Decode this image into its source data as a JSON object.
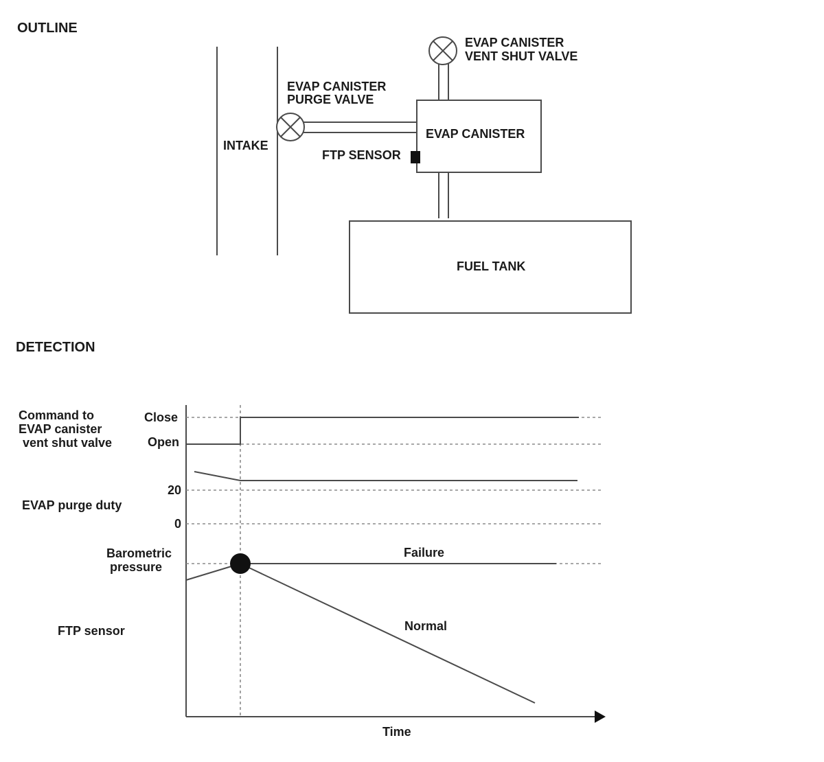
{
  "outline": {
    "heading": "OUTLINE",
    "intake_label": "INTAKE",
    "purge_valve_label": [
      "EVAP CANISTER",
      "PURGE VALVE"
    ],
    "vent_valve_label": [
      "EVAP CANISTER",
      "VENT SHUT VALVE"
    ],
    "canister_label": "EVAP CANISTER",
    "ftp_sensor_label": "FTP SENSOR",
    "fuel_tank_label": "FUEL TANK",
    "icons": [
      "valve-icon",
      "sensor-icon"
    ]
  },
  "detection": {
    "heading": "DETECTION",
    "row_labels": {
      "command": [
        "Command to",
        "EVAP canister",
        "vent shut valve"
      ],
      "purge": "EVAP purge duty",
      "barometric": [
        "Barometric",
        "pressure"
      ],
      "ftp": "FTP sensor"
    },
    "level_labels": {
      "close": "Close",
      "open": "Open",
      "duty_20": "20",
      "duty_0": "0"
    },
    "curve_labels": {
      "failure": "Failure",
      "normal": "Normal"
    },
    "x_axis_label": "Time"
  },
  "chart_data": {
    "type": "line",
    "xlabel": "Time",
    "series": [
      {
        "name": "Command to EVAP canister vent shut valve",
        "values": [
          "Open",
          "Close"
        ]
      },
      {
        "name": "EVAP purge duty",
        "levels": [
          "20",
          "0"
        ]
      },
      {
        "name": "Failure",
        "trend": "constant at Barometric pressure"
      },
      {
        "name": "Normal",
        "trend": "decreasing from Barometric pressure"
      }
    ]
  }
}
